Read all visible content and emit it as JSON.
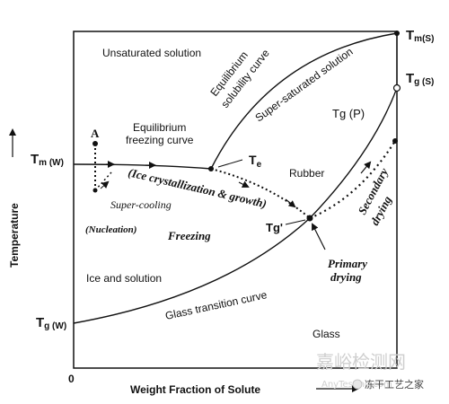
{
  "axes": {
    "x_label": "Weight Fraction of Solute",
    "y_label": "Temperature",
    "origin": "0"
  },
  "regions": {
    "unsaturated": "Unsaturated solution",
    "supersaturated": "Super-saturated solution",
    "rubber": "Rubber",
    "freezing": "Freezing",
    "ice_solution": "Ice  and solution",
    "glass": "Glass"
  },
  "curves": {
    "solubility_line1": "Equilibrium",
    "solubility_line2": "solubility curve",
    "freezing_line1": "Equilibrium",
    "freezing_line2": "freezing curve",
    "glass_transition": "Glass transition curve"
  },
  "points": {
    "A": "A",
    "Te": "T",
    "Te_sub": "e",
    "Tg_prime": "Tg'",
    "Tg_P": "Tg (P)",
    "Tm_W": "T",
    "Tm_W_sub": "m (W)",
    "Tg_W": "T",
    "Tg_W_sub": "g (W)",
    "Tm_S": "T",
    "Tm_S_sub": "m(S)",
    "Tg_S": "T",
    "Tg_S_sub": "g (S)"
  },
  "process": {
    "ice_growth": "(Ice crystallization  &  growth)",
    "supercooling": "Super-cooling",
    "nucleation": "(Nucleation)",
    "primary_line1": "Primary",
    "primary_line2": "drying",
    "secondary_line1": "Secondary",
    "secondary_line2": "drying"
  },
  "watermark": {
    "main": "嘉峪检测网",
    "url": "AnyTesting.com",
    "channel": "冻干工艺之家"
  },
  "colors": {
    "line": "#111111",
    "background": "#ffffff",
    "watermark": "#cfcfcf"
  }
}
